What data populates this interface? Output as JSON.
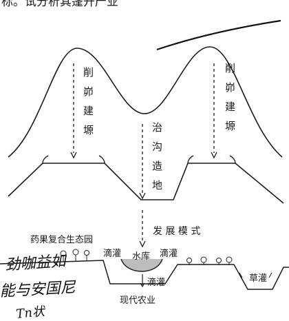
{
  "header_text": "标。试分析其蓬开产业",
  "labels": {
    "left_mountain": [
      "削",
      "峁",
      "建",
      "塬"
    ],
    "right_mountain": [
      "削",
      "峁",
      "建",
      "塬"
    ],
    "gully": [
      "治",
      "沟",
      "造",
      "地"
    ],
    "development_mode": "发 展 模 式",
    "eco_park": "药果复合生态园",
    "drip_left": "滴灌",
    "reservoir": "水库",
    "drip_right": "滴灌",
    "drip_down": "滴灌",
    "modern_agriculture": "现代农业",
    "grass_irrigation": "草灌"
  },
  "handwriting": [
    "劲咖益如",
    "能与安国尼",
    "Tn状"
  ]
}
